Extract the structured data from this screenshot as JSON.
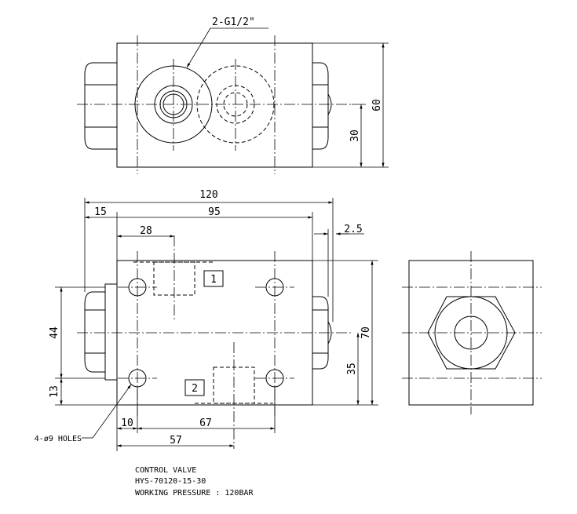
{
  "top_view": {
    "callout": "2-G1/2\"",
    "dim_height": "60",
    "dim_half": "30"
  },
  "front_view": {
    "dim_total": "120",
    "dim_left": "15",
    "dim_body": "95",
    "dim_port1_x": "28",
    "dim_right_gap": "2.5",
    "dim_height": "70",
    "dim_half": "35",
    "dim_hole_spacing": "44",
    "dim_hole_bottom": "13",
    "dim_hole_left": "10",
    "dim_hole_span": "67",
    "dim_port2_x": "57",
    "port1_label": "1",
    "port2_label": "2",
    "holes_note": "4-ø9 HOLES"
  },
  "title_block": {
    "line1": "CONTROL VALVE",
    "line2": "HYS-70120-15-30",
    "line3": "WORKING PRESSURE : 120BAR"
  }
}
